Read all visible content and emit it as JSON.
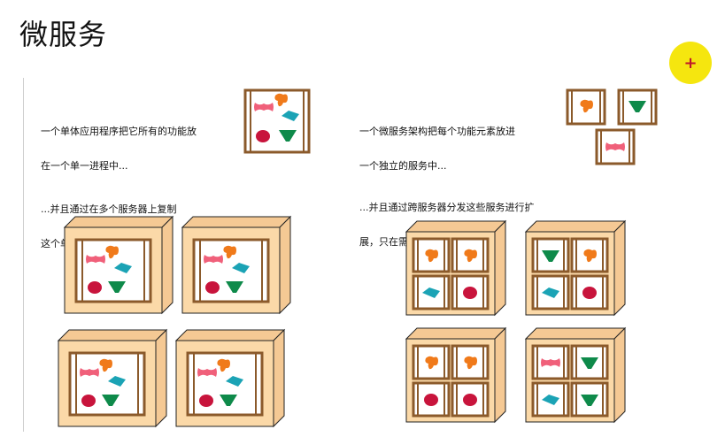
{
  "title": "微服务",
  "cursor_icon": "plus-icon",
  "captions": {
    "monolith_line1": "一个单体应用程序把它所有的功能放",
    "monolith_line2": "在一个单一进程中...",
    "micro_line1": "一个微服务架构把每个功能元素放进",
    "micro_line2": "一个独立的服务中...",
    "mono_scale_line1": "...并且通过在多个服务器上复制",
    "mono_scale_line2": "这个单体进行扩展",
    "micro_scale_line1": "...并且通过跨服务器分发这些服务进行扩",
    "micro_scale_line2": "展，只在需要时才复制."
  },
  "colors": {
    "wood": "#8b5a2b",
    "box_fill": "#fbd9a8",
    "box_side": "#f5c994",
    "pink": "#f0607a",
    "orange": "#f07a1a",
    "teal": "#1ba3b5",
    "green": "#0e8a4a",
    "red": "#c8143c",
    "cursor": "#f5e60f"
  }
}
